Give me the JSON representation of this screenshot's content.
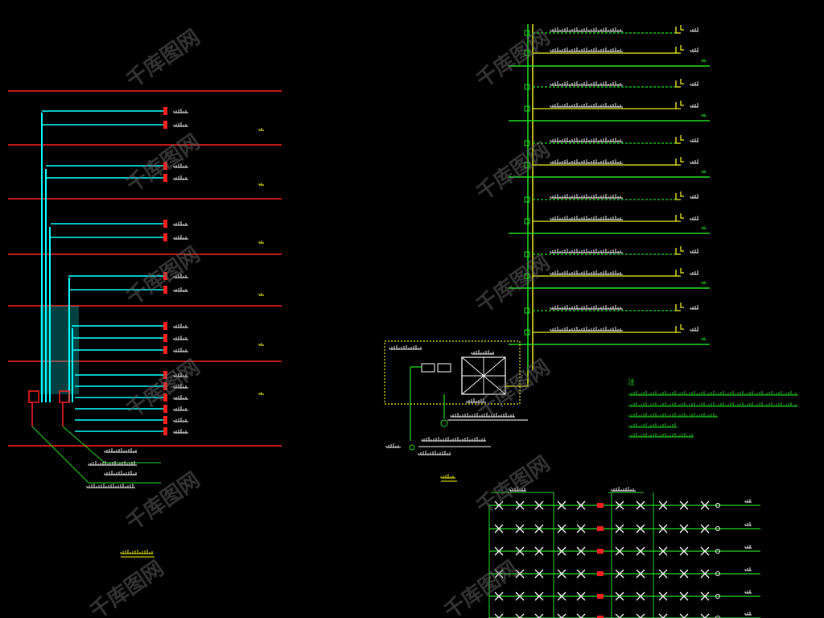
{
  "colors": {
    "background": "#000000",
    "floor_line": "#ff2020",
    "riser": "#00ffff",
    "green_wire": "#22dd22",
    "yellow_wire": "#eeee22",
    "label": "#ffffff",
    "yellow_text": "#ffff00",
    "red_block": "#ff2020",
    "watermark": "#666666"
  },
  "left_diagram": {
    "floor_count": 7,
    "title": "",
    "terminal_groups": [
      {
        "count": 2
      },
      {
        "count": 2
      },
      {
        "count": 2
      },
      {
        "count": 2
      },
      {
        "count": 3
      },
      {
        "count": 6
      }
    ]
  },
  "right_top_diagram": {
    "rows": 12,
    "title": ""
  },
  "notes": {
    "heading": "注",
    "lines": [
      "",
      "",
      "",
      "",
      ""
    ]
  },
  "right_bottom_diagram": {
    "rows": 6
  },
  "watermark": {
    "text": "千库图网",
    "positions": 12
  }
}
